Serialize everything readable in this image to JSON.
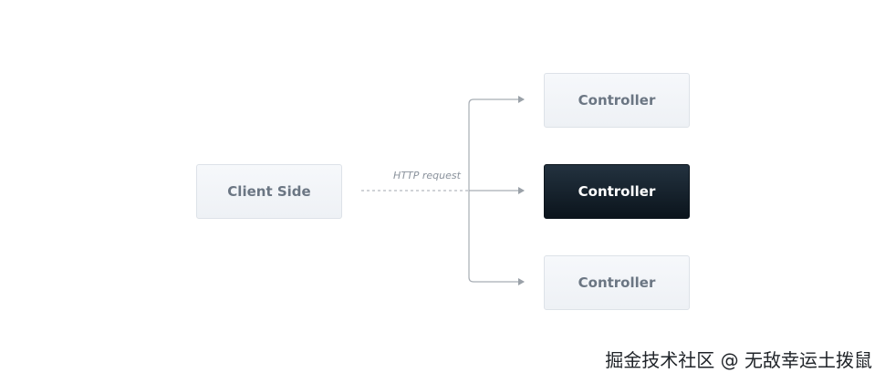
{
  "nodes": {
    "client": "Client Side",
    "controllers": [
      "Controller",
      "Controller",
      "Controller"
    ]
  },
  "edge_label": "HTTP request",
  "watermark": "掘金技术社区 @ 无敌幸运土拨鼠",
  "colors": {
    "light_fill": "#f1f4f8",
    "light_border": "#dde2e8",
    "light_text": "#6b7683",
    "dark_fill": "#131f29",
    "line": "#a7adb4"
  }
}
